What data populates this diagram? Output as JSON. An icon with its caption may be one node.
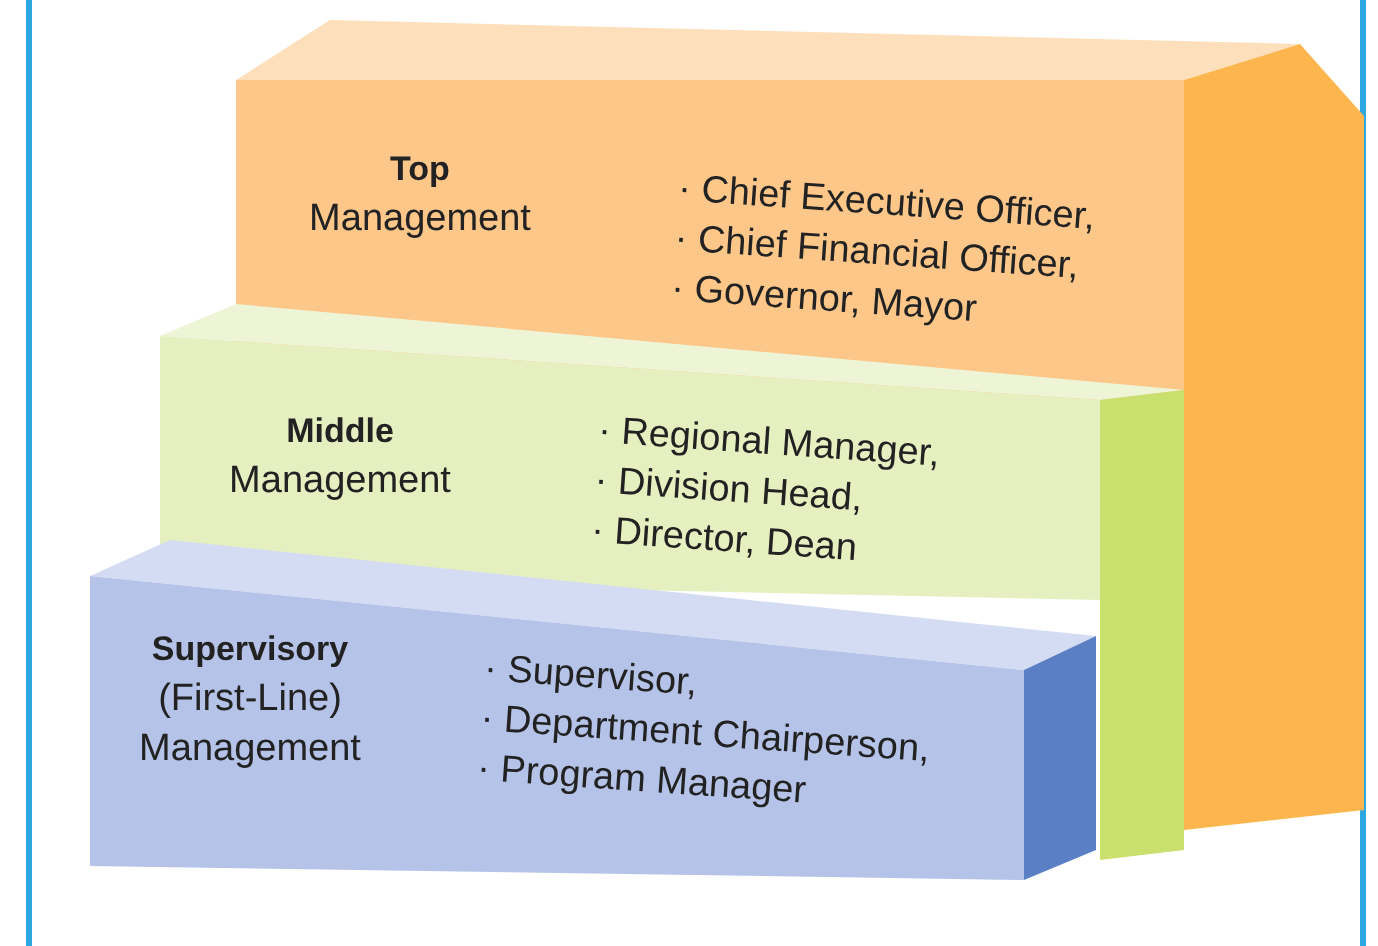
{
  "diagram": {
    "nodes": [
      {
        "text": [
          "**Top** Management",
          "· Chief Executive Officer,",
          "· Chief Financial Officer,",
          "· Governor, Mayor"
        ]
      },
      {
        "text": [
          "**Middle** Management",
          "· Regional Manager,",
          "· Division Head,",
          "· Director, Dean"
        ]
      },
      {
        "text": [
          "**Supervisory** (First-Line) Management",
          "· Supervisor,",
          "· Department Chairperson,",
          "· Program Manager"
        ]
      }
    ]
  }
}
